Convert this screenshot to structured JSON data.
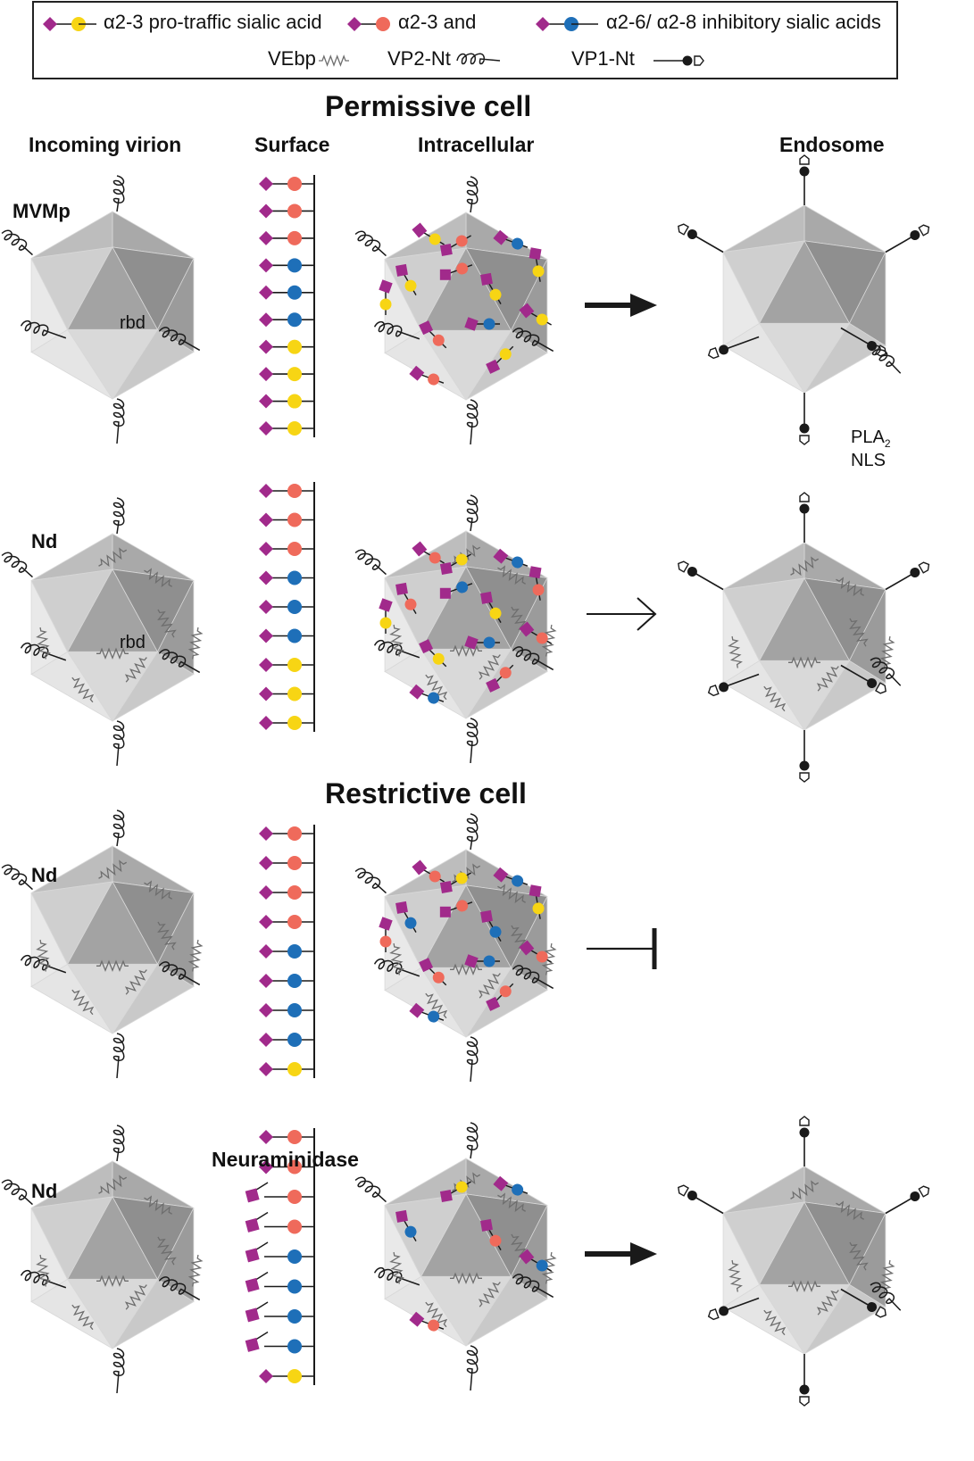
{
  "colors": {
    "glycan_diamond": "#A12A8B",
    "pro_traffic_dot": "#F7D514",
    "alpha23_dot": "#EF6A5B",
    "inhibitory_dot": "#1E6FB8",
    "line": "#1a1a1a",
    "vebp": "#6e6e6e"
  },
  "legend": {
    "pro_traffic": "α2-3 pro-traffic sialic acid",
    "alpha23_and": "α2-3 and",
    "inhibitory": "α2-6/ α2-8 inhibitory sialic acids",
    "vebp": "VEbp",
    "vp2_nt": "VP2-Nt",
    "vp1_nt": "VP1-Nt"
  },
  "titles": {
    "permissive": "Permissive cell",
    "restrictive": "Restrictive cell"
  },
  "columns": {
    "incoming": "Incoming virion",
    "surface": "Surface",
    "intracellular": "Intracellular",
    "endosome": "Endosome"
  },
  "rows": {
    "mvmp": "MVMp",
    "nd1": "Nd",
    "nd2": "Nd",
    "nd3": "Nd"
  },
  "labels": {
    "rbd": "rbd",
    "rbd2": "rbd",
    "pla2": "PLA",
    "pla2_sub": "2",
    "nls": "NLS",
    "neuraminidase": "Neuraminidase"
  },
  "surface_columns": [
    [
      "yellow",
      "yellow",
      "yellow",
      "yellow",
      "blue",
      "blue",
      "blue",
      "red",
      "red",
      "red"
    ],
    [
      "yellow",
      "yellow",
      "yellow",
      "blue",
      "blue",
      "blue",
      "red",
      "red",
      "red"
    ],
    [
      "yellow",
      "blue",
      "blue",
      "blue",
      "blue",
      "red",
      "red",
      "red",
      "red"
    ],
    [
      "yellow",
      "blue",
      "blue",
      "blue",
      "blue",
      "red",
      "red",
      "red",
      "red"
    ]
  ],
  "neuraminidase_stripped": [
    false,
    false,
    true,
    true,
    true,
    true,
    true,
    true,
    false
  ]
}
